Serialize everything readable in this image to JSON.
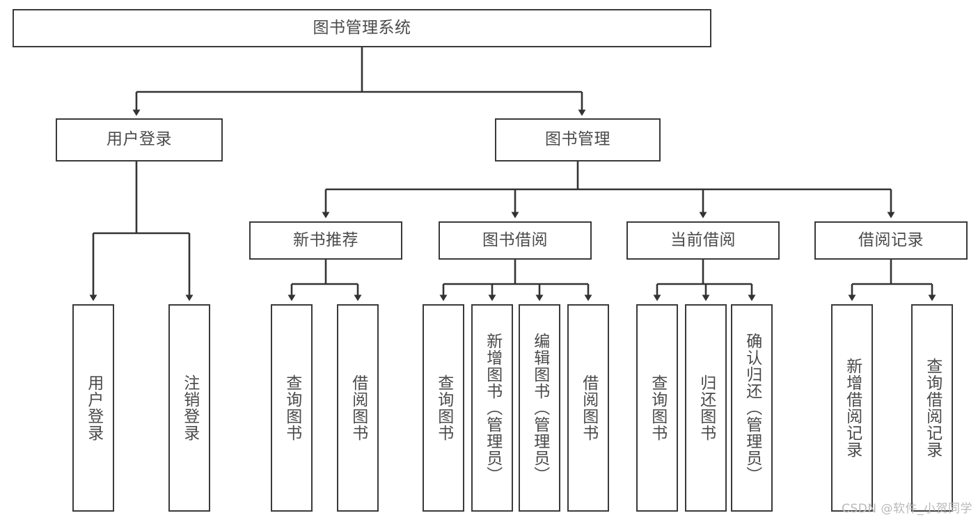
{
  "diagram": {
    "title": "图书管理系统",
    "type": "tree",
    "orientation": "top-down",
    "colors": {
      "stroke": "#3a3a3a",
      "text": "#4a4a4a",
      "fill": "#ffffff",
      "background": "#ffffff",
      "watermark": "#b9b9b9"
    }
  },
  "nodes": {
    "root": {
      "label": "图书管理系统",
      "level": 1,
      "orientation": "horizontal"
    },
    "level2": [
      {
        "id": "user-login",
        "label": "用户登录",
        "orientation": "horizontal"
      },
      {
        "id": "book-management",
        "label": "图书管理",
        "orientation": "horizontal"
      }
    ],
    "level3": [
      {
        "id": "new-book-recommend",
        "label": "新书推荐",
        "orientation": "horizontal",
        "parent": "book-management"
      },
      {
        "id": "book-borrow",
        "label": "图书借阅",
        "orientation": "horizontal",
        "parent": "book-management"
      },
      {
        "id": "current-borrow",
        "label": "当前借阅",
        "orientation": "horizontal",
        "parent": "book-management"
      },
      {
        "id": "borrow-record",
        "label": "借阅记录",
        "orientation": "horizontal",
        "parent": "book-management"
      }
    ],
    "leaves": [
      {
        "id": "leaf-user-login",
        "label": "用户登录",
        "orientation": "vertical",
        "parent": "user-login"
      },
      {
        "id": "leaf-user-logout",
        "label": "注销登录",
        "orientation": "vertical",
        "parent": "user-login"
      },
      {
        "id": "leaf-query-book-1",
        "label": "查询图书",
        "orientation": "vertical",
        "parent": "new-book-recommend"
      },
      {
        "id": "leaf-borrow-book-1",
        "label": "借阅图书",
        "orientation": "vertical",
        "parent": "new-book-recommend"
      },
      {
        "id": "leaf-query-book-2",
        "label": "查询图书",
        "orientation": "vertical",
        "parent": "book-borrow"
      },
      {
        "id": "leaf-add-book",
        "label": "新增图书（管理员）",
        "orientation": "vertical",
        "parent": "book-borrow"
      },
      {
        "id": "leaf-edit-book",
        "label": "编辑图书（管理员）",
        "orientation": "vertical",
        "parent": "book-borrow"
      },
      {
        "id": "leaf-borrow-book-2",
        "label": "借阅图书",
        "orientation": "vertical",
        "parent": "book-borrow"
      },
      {
        "id": "leaf-query-book-3",
        "label": "查询图书",
        "orientation": "vertical",
        "parent": "current-borrow"
      },
      {
        "id": "leaf-return-book",
        "label": "归还图书",
        "orientation": "vertical",
        "parent": "current-borrow"
      },
      {
        "id": "leaf-confirm-return",
        "label": "确认归还（管理员）",
        "orientation": "vertical",
        "parent": "current-borrow"
      },
      {
        "id": "leaf-add-record",
        "label": "新增借阅记录",
        "orientation": "vertical",
        "parent": "borrow-record"
      },
      {
        "id": "leaf-query-record",
        "label": "查询借阅记录",
        "orientation": "vertical",
        "parent": "borrow-record"
      }
    ]
  },
  "watermark": {
    "text": "CSDN @软件_小贺同学"
  }
}
